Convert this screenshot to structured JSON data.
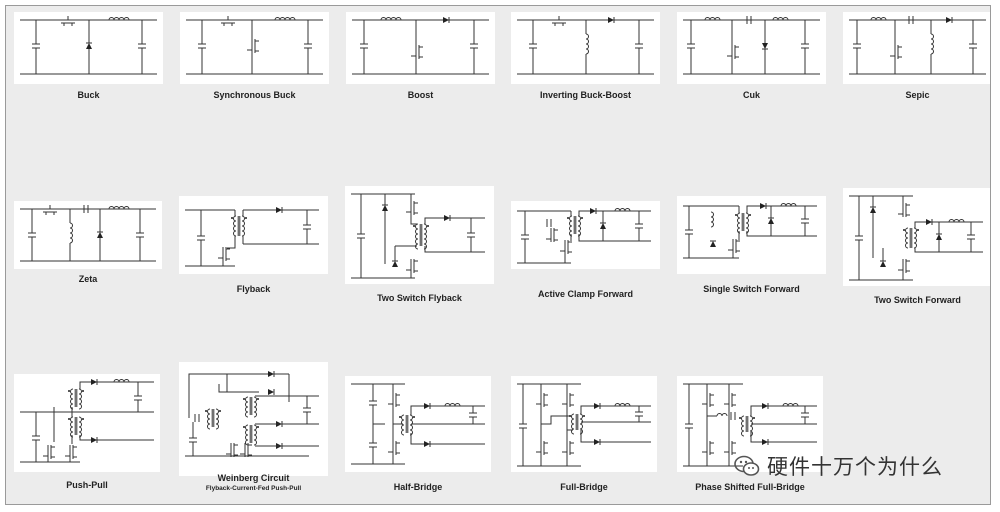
{
  "topologies": [
    {
      "id": "buck",
      "label": "Buck"
    },
    {
      "id": "sync-buck",
      "label": "Synchronous Buck"
    },
    {
      "id": "boost",
      "label": "Boost"
    },
    {
      "id": "inv-buck-boost",
      "label": "Inverting Buck-Boost"
    },
    {
      "id": "cuk",
      "label": "Cuk"
    },
    {
      "id": "sepic",
      "label": "Sepic"
    },
    {
      "id": "zeta",
      "label": "Zeta"
    },
    {
      "id": "flyback",
      "label": "Flyback"
    },
    {
      "id": "two-switch-flyback",
      "label": "Two Switch Flyback"
    },
    {
      "id": "active-clamp-forward",
      "label": "Active Clamp Forward"
    },
    {
      "id": "single-switch-forward",
      "label": "Single Switch Forward"
    },
    {
      "id": "two-switch-forward",
      "label": "Two Switch Forward"
    },
    {
      "id": "push-pull",
      "label": "Push-Pull"
    },
    {
      "id": "weinberg",
      "label": "Weinberg Circuit",
      "sublabel": "Flyback-Current-Fed Push-Pull"
    },
    {
      "id": "half-bridge",
      "label": "Half-Bridge"
    },
    {
      "id": "full-bridge",
      "label": "Full-Bridge"
    },
    {
      "id": "phase-shifted-full-bridge",
      "label": "Phase Shifted Full-Bridge"
    }
  ],
  "watermark": {
    "text": "硬件十万个为什么",
    "icon": "wechat-icon"
  }
}
